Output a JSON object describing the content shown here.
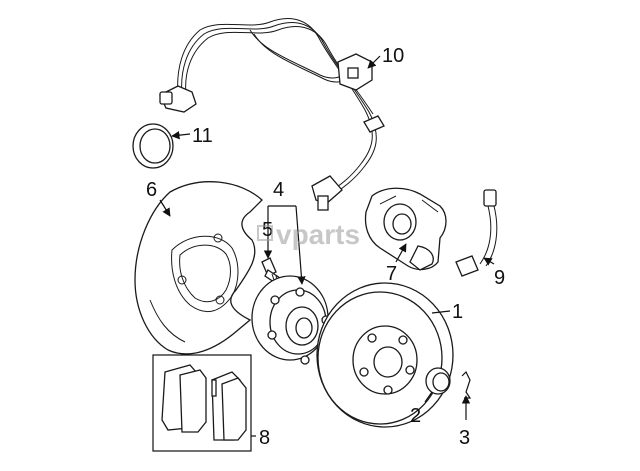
{
  "watermark": {
    "text": "vparts"
  },
  "callouts": [
    {
      "id": "1",
      "label": "1"
    },
    {
      "id": "2",
      "label": "2"
    },
    {
      "id": "3",
      "label": "3"
    },
    {
      "id": "4",
      "label": "4"
    },
    {
      "id": "5",
      "label": "5"
    },
    {
      "id": "6",
      "label": "6"
    },
    {
      "id": "7",
      "label": "7"
    },
    {
      "id": "8",
      "label": "8"
    },
    {
      "id": "9",
      "label": "9"
    },
    {
      "id": "10",
      "label": "10"
    },
    {
      "id": "11",
      "label": "11"
    }
  ]
}
